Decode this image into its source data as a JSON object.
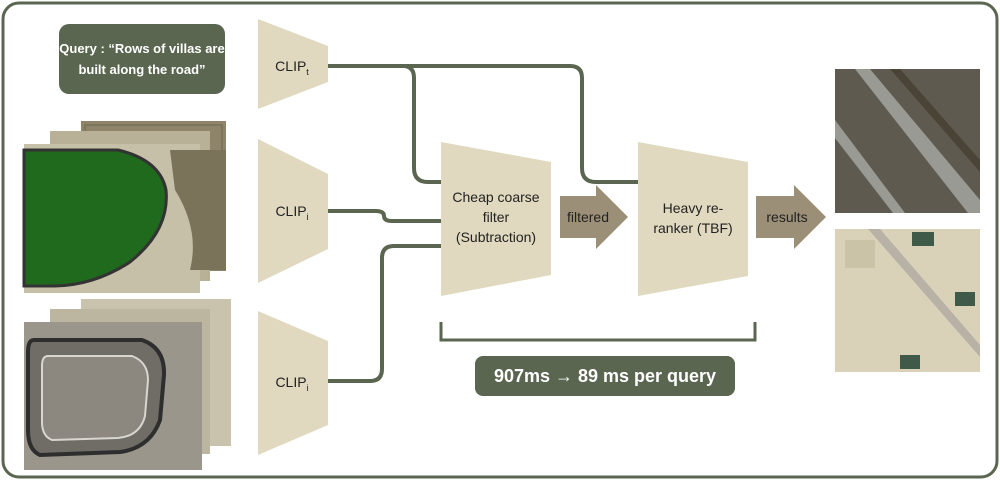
{
  "query": {
    "line1": "Query : “Rows of villas are",
    "line2": "built along the road”"
  },
  "encoders": {
    "text": {
      "base": "CLIP",
      "sub": "t"
    },
    "image1": {
      "base": "CLIP",
      "sub": "i"
    },
    "image2": {
      "base": "CLIP",
      "sub": "i"
    }
  },
  "coarse_filter": {
    "line1": "Cheap coarse",
    "line2": "filter",
    "line3": "(Subtraction)"
  },
  "arrow_filtered": "filtered",
  "reranker": {
    "line1": "Heavy re-",
    "line2": "ranker (TBF)"
  },
  "arrow_results": "results",
  "timing": "907ms → 89 ms per query",
  "colors": {
    "frame": "#5a6650",
    "trapezoid": "#e0d9bf",
    "arrow": "#9b9077",
    "line": "#5a6650"
  }
}
